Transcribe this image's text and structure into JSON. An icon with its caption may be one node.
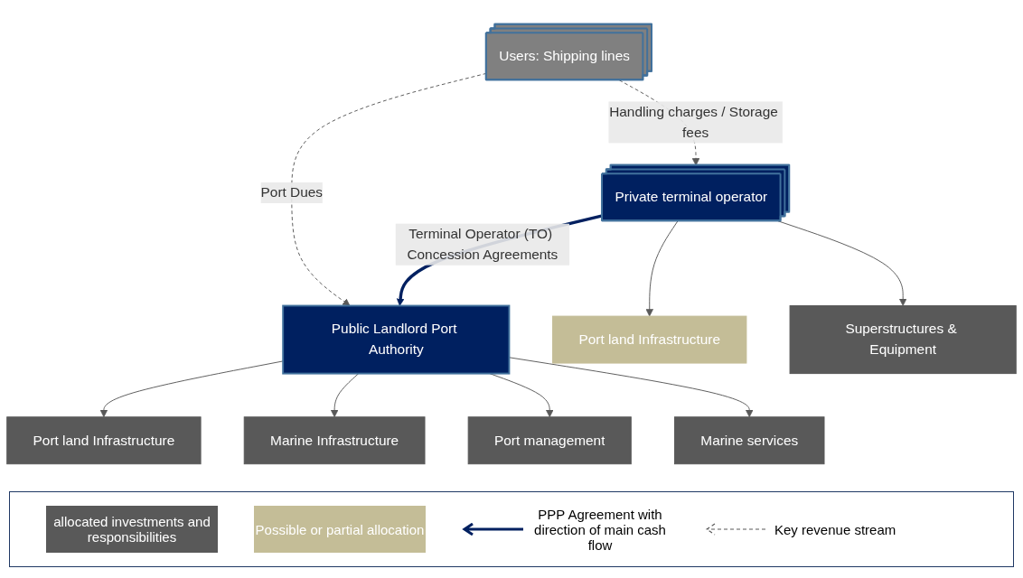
{
  "diagram": {
    "nodes": [
      {
        "text": [
          "Public Landlord Port Authority"
        ]
      },
      {
        "text": [
          "Private terminal operator"
        ]
      },
      {
        "text": [
          "Users: Shipping lines"
        ]
      },
      {
        "text": [
          "Port land Infrastructure"
        ]
      },
      {
        "text": [
          "Marine Infrastructure"
        ]
      },
      {
        "text": [
          "Port management"
        ]
      },
      {
        "text": [
          "Marine services"
        ]
      },
      {
        "text": [
          "Port land Infrastructure"
        ]
      },
      {
        "text": [
          "Superstructures & Equipment"
        ]
      }
    ],
    "edges": [
      {
        "from": 1,
        "to": 0,
        "arrow": "to",
        "label": "Terminal Operator (TO) Concession Agreements",
        "style": "thick",
        "color": "#002060"
      },
      {
        "from": 2,
        "to": 0,
        "arrow": "to",
        "label": "Port Dues",
        "style": "dashed"
      },
      {
        "from": 2,
        "to": 1,
        "arrow": "to",
        "label": "Handling charges / Storage fees",
        "style": "dashed"
      },
      {
        "from": 0,
        "to": 3,
        "arrow": "to"
      },
      {
        "from": 0,
        "to": 4,
        "arrow": "to"
      },
      {
        "from": 0,
        "to": 5,
        "arrow": "to"
      },
      {
        "from": 0,
        "to": 6,
        "arrow": "to"
      },
      {
        "from": 1,
        "to": 7,
        "arrow": "to"
      },
      {
        "from": 1,
        "to": 8,
        "arrow": "to"
      }
    ],
    "legend": [
      {
        "text": "allocated investments and responsibilities",
        "color": "#595959"
      },
      {
        "text": "Possible or partial allocation",
        "color": "#c4bd97"
      },
      {
        "text": "PPP Agreement with direction of main cash flow"
      },
      {
        "text": "Key revenue stream"
      }
    ]
  }
}
